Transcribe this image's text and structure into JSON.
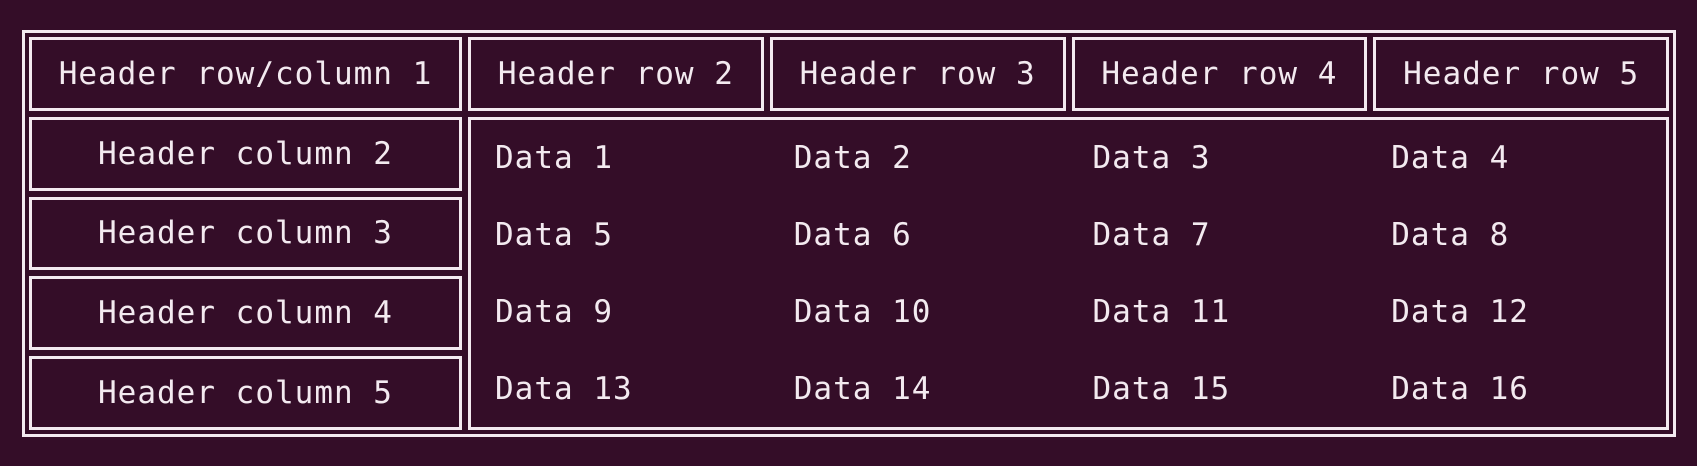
{
  "colors": {
    "background": "#340d28",
    "border": "#f3eaf0",
    "text": "#f3eaf0"
  },
  "table": {
    "corner_header": "Header row/column 1",
    "column_headers": [
      "Header row 2",
      "Header row 3",
      "Header row 4",
      "Header row 5"
    ],
    "row_headers": [
      "Header column 2",
      "Header column 3",
      "Header column 4",
      "Header column 5"
    ],
    "rows": [
      [
        "Data 1",
        "Data 2",
        "Data 3",
        "Data 4"
      ],
      [
        "Data 5",
        "Data 6",
        "Data 7",
        "Data 8"
      ],
      [
        "Data 9",
        "Data 10",
        "Data 11",
        "Data 12"
      ],
      [
        "Data 13",
        "Data 14",
        "Data 15",
        "Data 16"
      ]
    ]
  },
  "chart_data": {
    "type": "table",
    "title": "",
    "corner_header": "Header row/column 1",
    "column_headers": [
      "Header row 2",
      "Header row 3",
      "Header row 4",
      "Header row 5"
    ],
    "row_headers": [
      "Header column 2",
      "Header column 3",
      "Header column 4",
      "Header column 5"
    ],
    "cells": [
      [
        "Data 1",
        "Data 2",
        "Data 3",
        "Data 4"
      ],
      [
        "Data 5",
        "Data 6",
        "Data 7",
        "Data 8"
      ],
      [
        "Data 9",
        "Data 10",
        "Data 11",
        "Data 12"
      ],
      [
        "Data 13",
        "Data 14",
        "Data 15",
        "Data 16"
      ]
    ]
  }
}
